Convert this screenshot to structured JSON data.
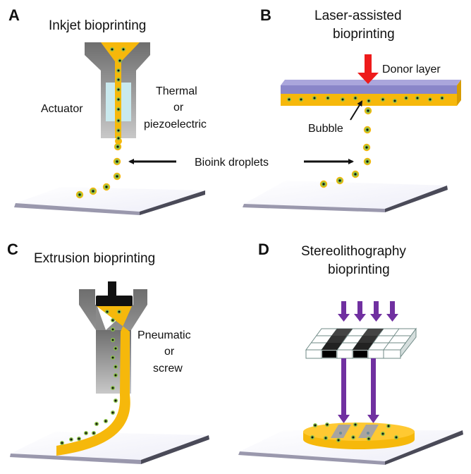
{
  "figure": {
    "colors": {
      "bioink": "#f6b80b",
      "cell_halo": "#8bc34a",
      "cell_nucleus": "#111111",
      "nozzle_gray_dark": "#6e6e6e",
      "nozzle_gray_light": "#c4c4c4",
      "actuator": "#c9e9ee",
      "donor_layer": "#8a86c9",
      "laser_arrow": "#ee1b1b",
      "light_arrow": "#7030a0",
      "substrate_top": "#f6f6fc",
      "substrate_edge": "#9a98ad",
      "substrate_side": "#4a4a58"
    },
    "panels": [
      {
        "id": "A",
        "title": "Inkjet bioprinting",
        "labels": {
          "actuator": "Actuator",
          "mechanism_line1": "Thermal",
          "mechanism_line2": "or",
          "mechanism_line3": "piezoelectric"
        }
      },
      {
        "id": "B",
        "title_line1": "Laser-assisted",
        "title_line2": "bioprinting",
        "labels": {
          "donor": "Donor layer",
          "bubble": "Bubble"
        }
      },
      {
        "id": "C",
        "title": "Extrusion bioprinting",
        "labels": {
          "mechanism_line1": "Pneumatic",
          "mechanism_line2": "or",
          "mechanism_line3": "screw"
        }
      },
      {
        "id": "D",
        "title_line1": "Stereolithography",
        "title_line2": "bioprinting"
      }
    ],
    "shared_labels": {
      "droplets": "Bioink droplets"
    }
  }
}
